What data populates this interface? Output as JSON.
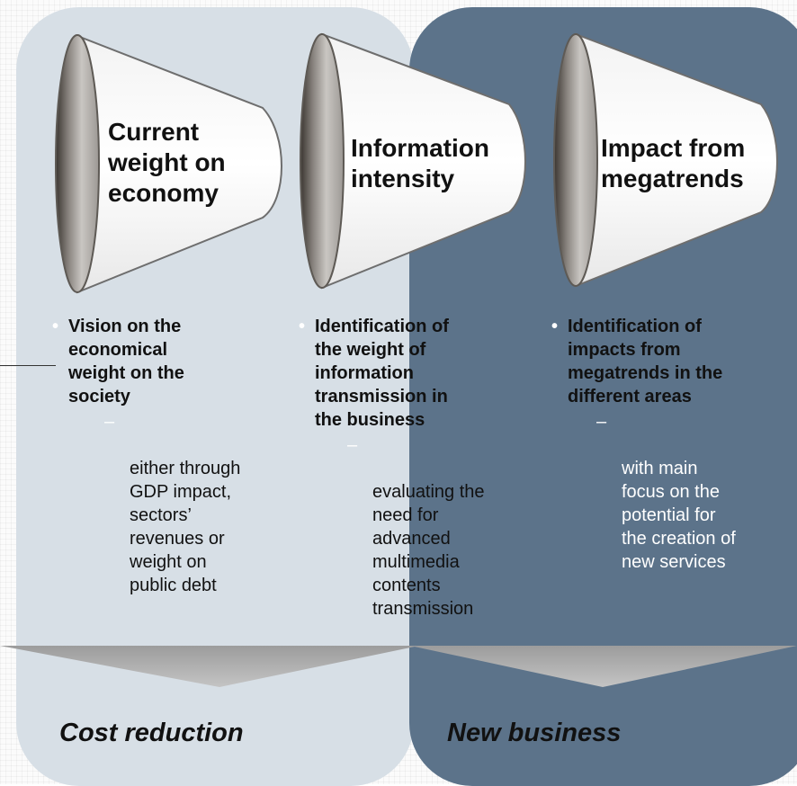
{
  "funnels": [
    {
      "label": "Current\nweight on\neconomy"
    },
    {
      "label": "Information\nintensity"
    },
    {
      "label": "Impact from\nmegatrends"
    }
  ],
  "columns": [
    {
      "heading": "Vision on the\neconomical\nweight on the\nsociety",
      "detail": "either through\nGDP impact,\nsectors’\nrevenues or\nweight on\npublic debt"
    },
    {
      "heading": "Identification of\nthe weight  of\ninformation\ntransmission in\nthe business",
      "detail": "evaluating the\nneed for\nadvanced\nmultimedia\ncontents\ntransmission"
    },
    {
      "heading": "Identification of\nimpacts from\nmegatrends in the\ndifferent areas",
      "detail": "with main\nfocus on the\npotential for\nthe creation of\nnew services"
    }
  ],
  "footer": {
    "left": "Cost reduction",
    "right": "New business"
  },
  "colors": {
    "left_panel": "#d7dfe6",
    "right_panel": "#5c738a",
    "arrow": "#aaaaaa"
  }
}
